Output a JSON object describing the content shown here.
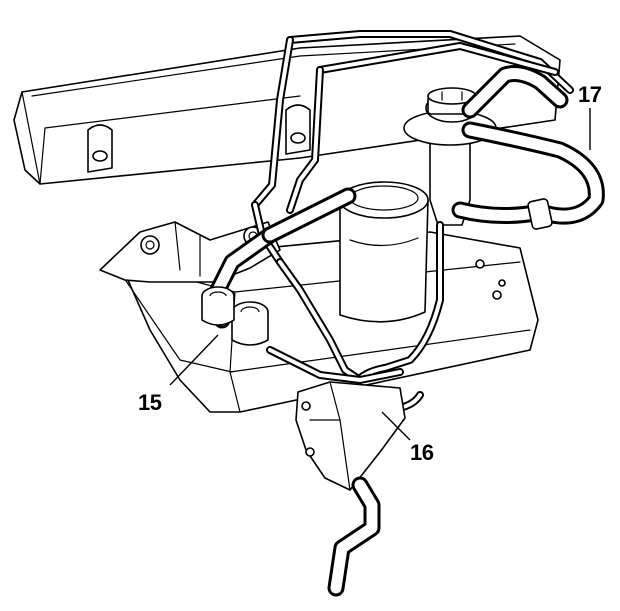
{
  "callouts": [
    {
      "id": "15",
      "label": "15"
    },
    {
      "id": "16",
      "label": "16"
    },
    {
      "id": "17",
      "label": "17"
    }
  ],
  "colors": {
    "ink": "#000000",
    "paper": "#ffffff"
  }
}
